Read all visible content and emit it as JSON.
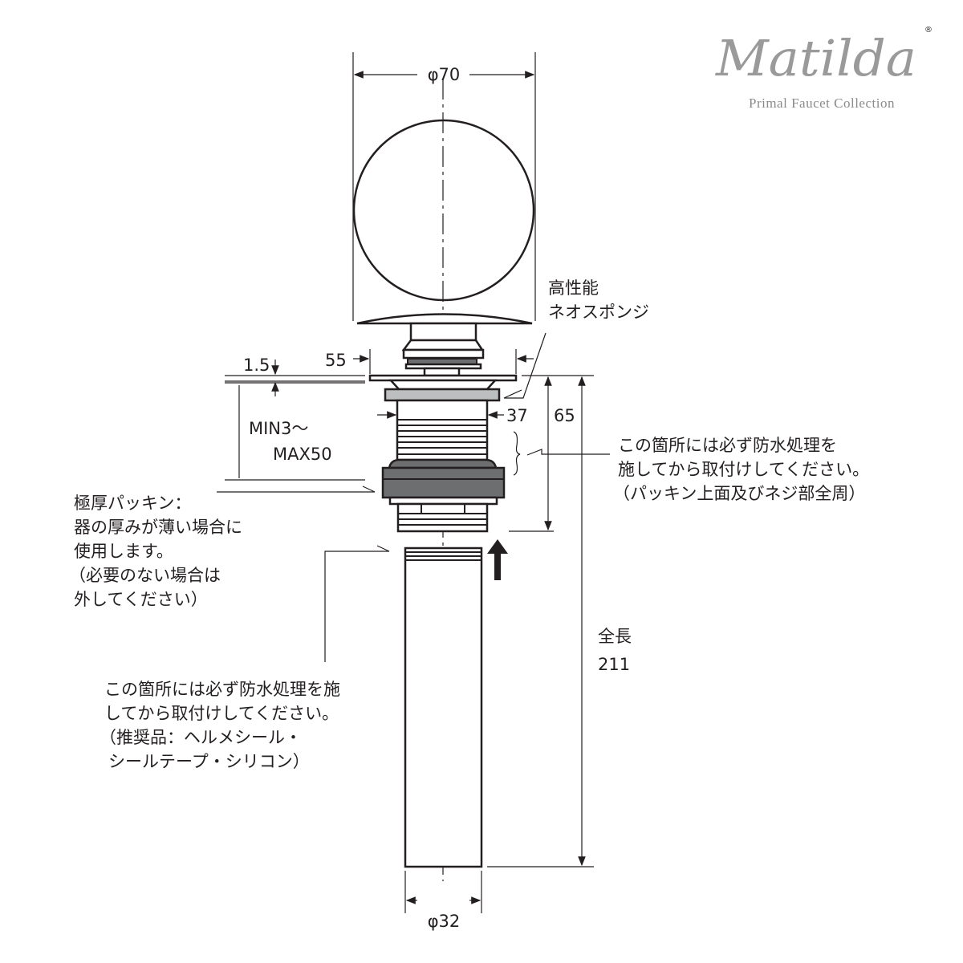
{
  "logo": {
    "name": "Matilda",
    "tagline": "Primal Faucet Collection",
    "mark": "®"
  },
  "dimensions": {
    "cap_diameter": "φ70",
    "pipe_diameter": "φ32",
    "flange_width": "55",
    "body_width": "37",
    "flange_thickness": "1.5",
    "height_65": "65",
    "total_length_label": "全長",
    "total_length": "211",
    "range_min": "MIN3～",
    "range_max": "MAX50"
  },
  "callouts": {
    "sponge": [
      "高性能",
      "ネオスポンジ"
    ],
    "waterproof_upper": [
      "この箇所には必ず防水処理を",
      "施してから取付けしてください。",
      "（パッキン上面及びネジ部全周）"
    ],
    "thick_packing": [
      "極厚パッキン：",
      "器の厚みが薄い場合に",
      "使用します。",
      "（必要のない場合は",
      "外してください）"
    ],
    "waterproof_lower": [
      "この箇所には必ず防水処理を施",
      "してから取付けしてください。",
      "（推奨品：ヘルメシール・",
      "シールテープ・シリコン）"
    ]
  },
  "colors": {
    "line": "#231f20",
    "gasket": "#6d6e70",
    "washer": "#bcbec0",
    "logo": "#9a9a9a"
  }
}
